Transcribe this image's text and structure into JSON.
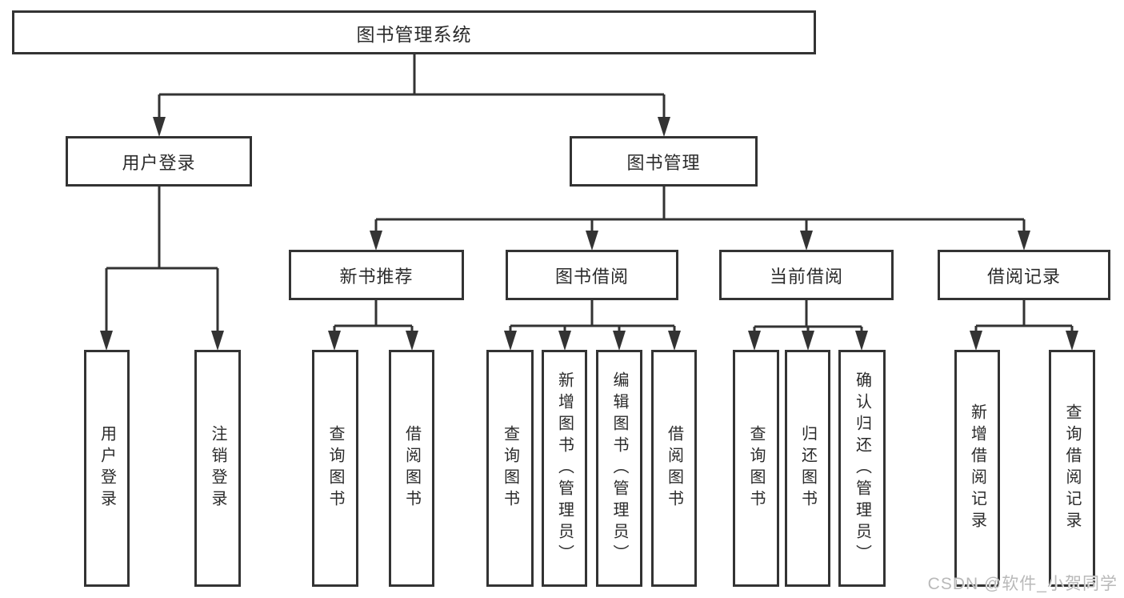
{
  "colors": {
    "line": "#333333",
    "box_border": "#333333",
    "text": "#2b2b2b",
    "background": "#ffffff",
    "watermark": "#b9b9b9"
  },
  "watermark": {
    "text": "CSDN @软件_小贺同学"
  },
  "chart_type": "tree-diagram",
  "tree": {
    "root": {
      "label": "图书管理系统",
      "children": [
        {
          "label": "用户登录",
          "children": [
            {
              "label": "用户登录"
            },
            {
              "label": "注销登录"
            }
          ]
        },
        {
          "label": "图书管理",
          "children": [
            {
              "label": "新书推荐",
              "children": [
                {
                  "label": "查询图书"
                },
                {
                  "label": "借阅图书"
                }
              ]
            },
            {
              "label": "图书借阅",
              "children": [
                {
                  "label": "查询图书"
                },
                {
                  "label": "新增图书（管理员）"
                },
                {
                  "label": "编辑图书（管理员）"
                },
                {
                  "label": "借阅图书"
                }
              ]
            },
            {
              "label": "当前借阅",
              "children": [
                {
                  "label": "查询图书"
                },
                {
                  "label": "归还图书"
                },
                {
                  "label": "确认归还（管理员）"
                }
              ]
            },
            {
              "label": "借阅记录",
              "children": [
                {
                  "label": "新增借阅记录"
                },
                {
                  "label": "查询借阅记录"
                }
              ]
            }
          ]
        }
      ]
    }
  }
}
